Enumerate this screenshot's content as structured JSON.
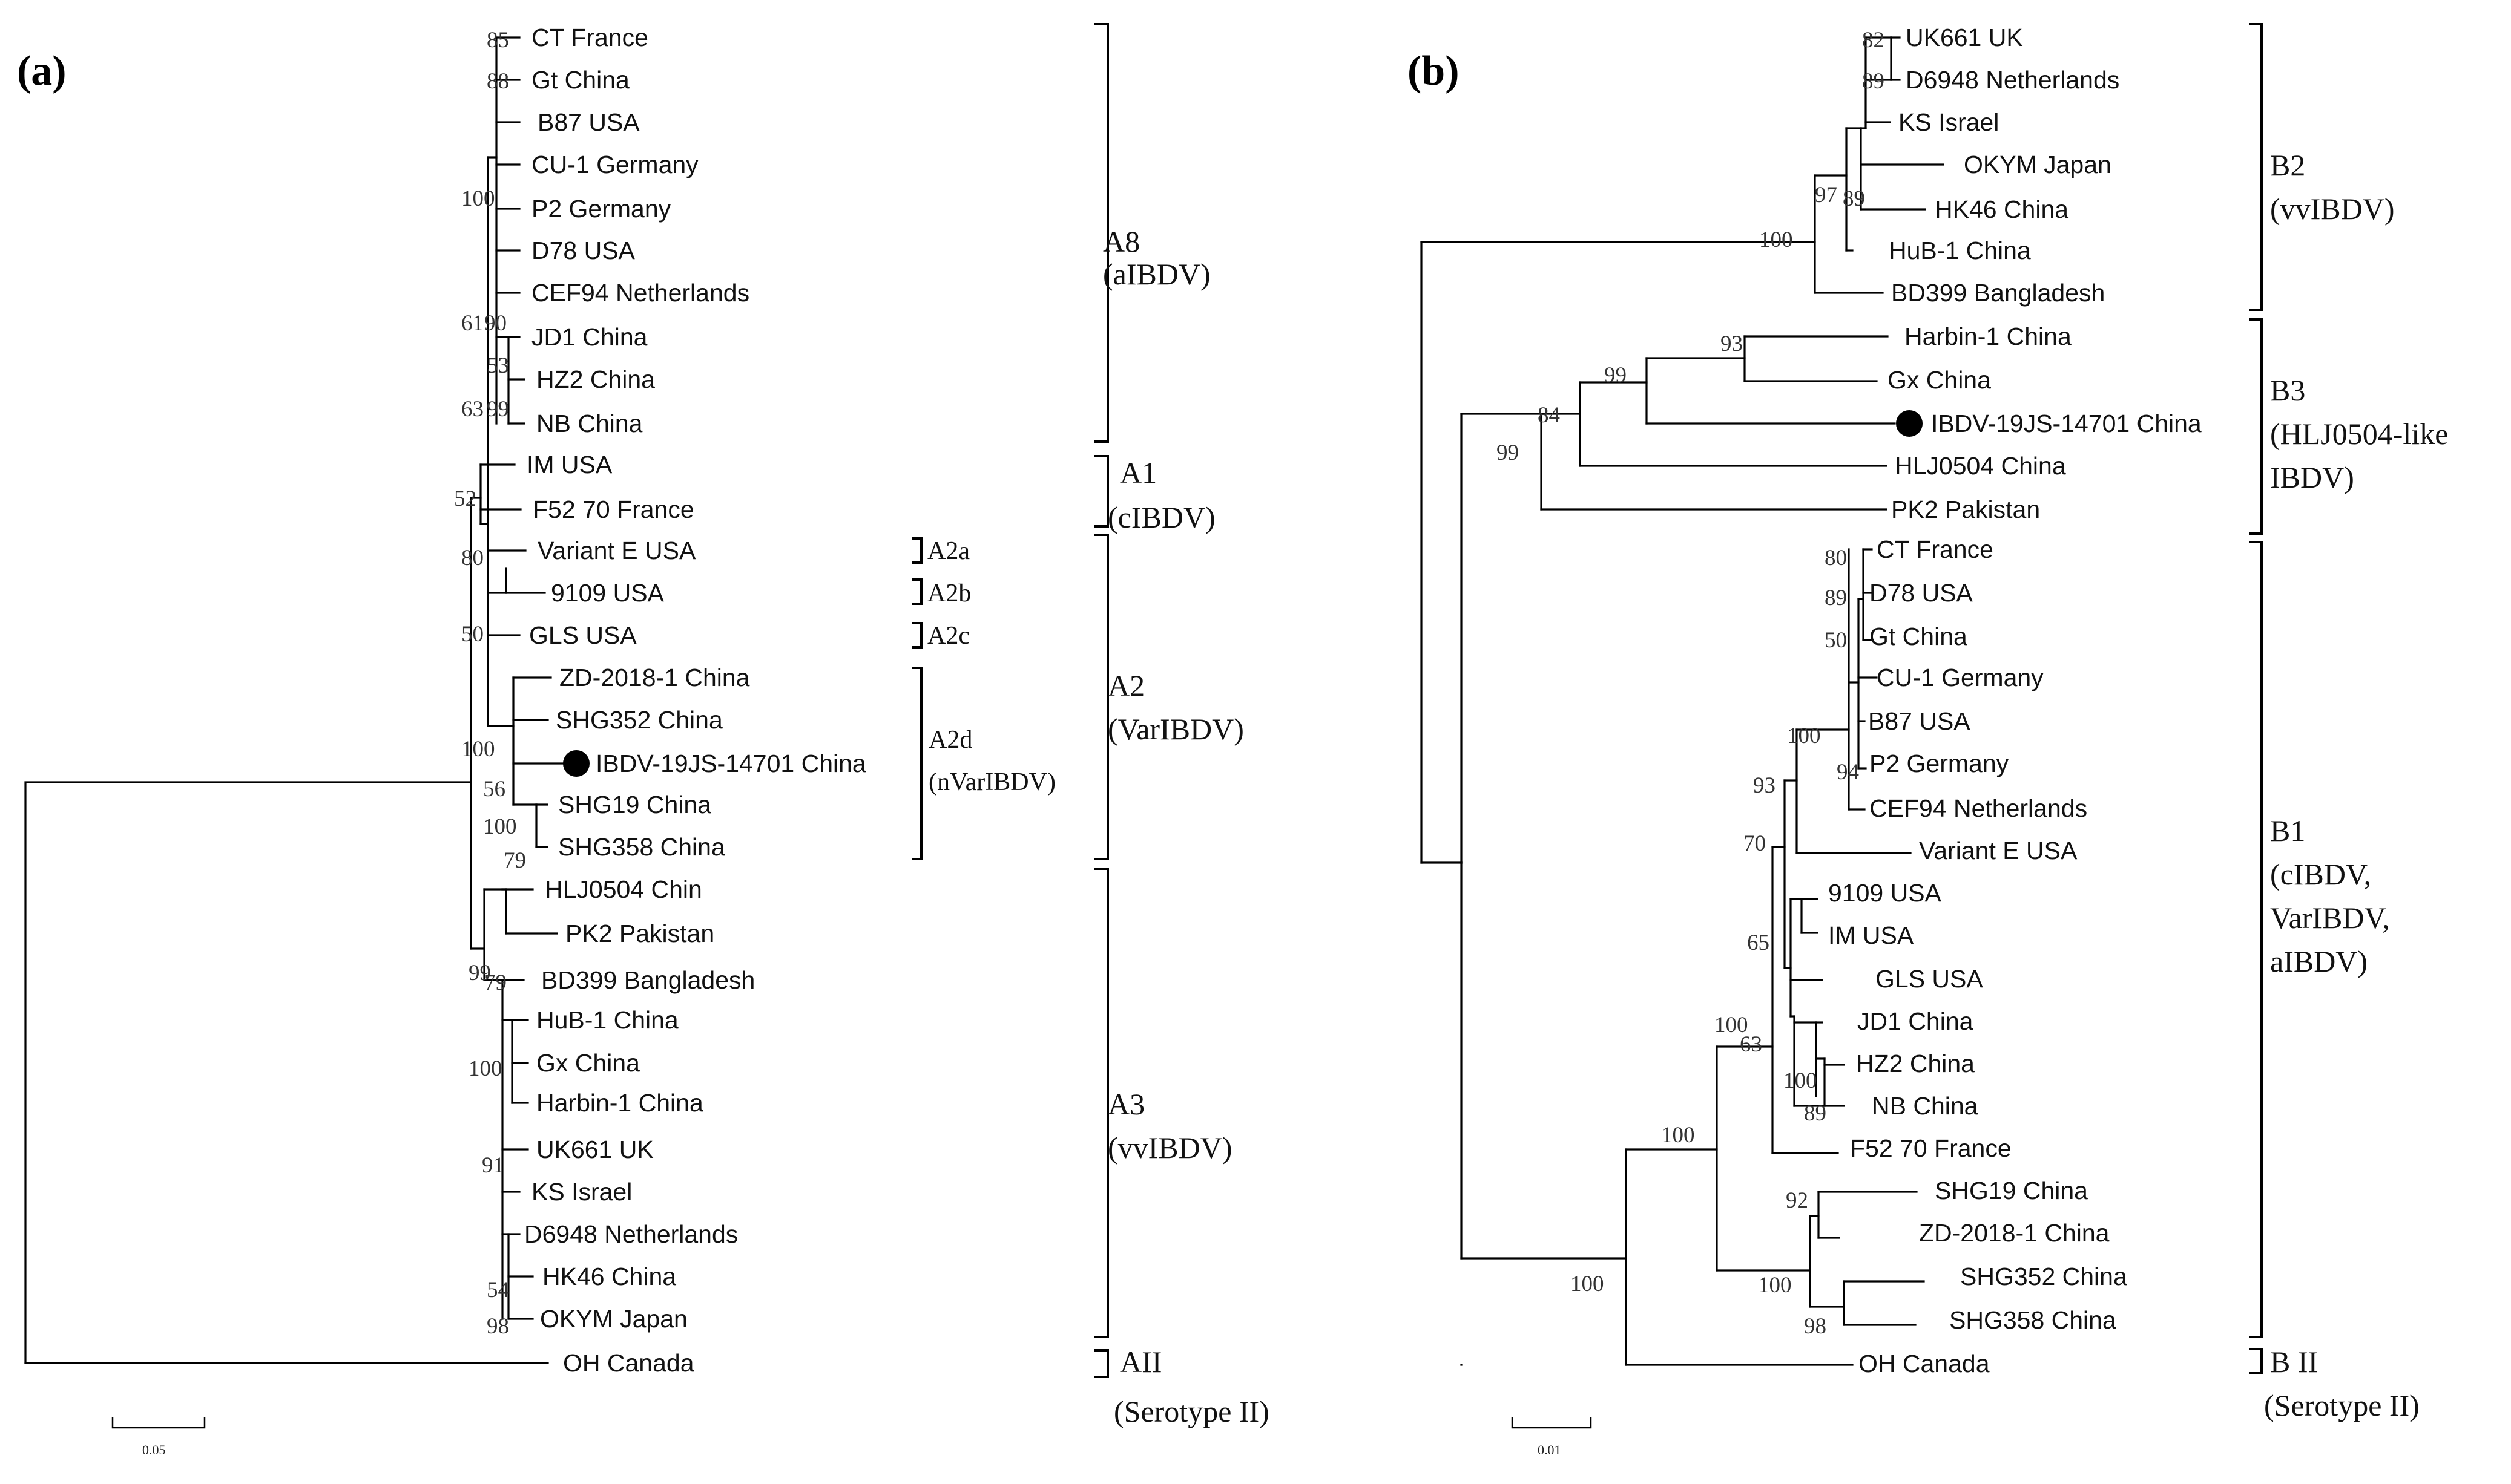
{
  "panel_a": {
    "label": "(a)",
    "leaves": [
      "CT France",
      "Gt China",
      "B87 USA",
      "CU-1 Germany",
      "P2 Germany",
      "D78 USA",
      "CEF94 Netherlands",
      "JD1 China",
      "HZ2 China",
      "NB China",
      "IM USA",
      "F52 70 France",
      "Variant E USA",
      "9109 USA",
      "GLS USA",
      "ZD-2018-1 China",
      "SHG352 China",
      "IBDV-19JS-14701 China",
      "SHG19 China",
      "SHG358 China",
      "HLJ0504 Chin",
      "PK2 Pakistan",
      "BD399 Bangladesh",
      "HuB-1 China",
      "Gx China",
      "Harbin-1 China",
      "UK661 UK",
      "KS Israel",
      "D6948 Netherlands",
      "HK46 China",
      "OKYM Japan",
      "OH Canada"
    ],
    "bootstraps": [
      "85",
      "88",
      "100",
      "61",
      "90",
      "53",
      "63",
      "99",
      "52",
      "80",
      "50",
      "100",
      "56",
      "100",
      "79",
      "99",
      "79",
      "100",
      "91",
      "54",
      "98"
    ],
    "clades": [
      {
        "lines": [
          "A8",
          "(aIBDV)"
        ]
      },
      {
        "lines": [
          "A1",
          "(cIBDV)"
        ]
      },
      {
        "lines": [
          "A2",
          "(VarIBDV)"
        ]
      },
      {
        "lines": [
          "A3",
          "(vvIBDV)"
        ]
      },
      {
        "lines": [
          "AII",
          "(Serotype II)"
        ]
      }
    ],
    "subclades": [
      {
        "lines": [
          "A2a"
        ]
      },
      {
        "lines": [
          "A2b"
        ]
      },
      {
        "lines": [
          "A2c"
        ]
      },
      {
        "lines": [
          "A2d",
          "(nVarIBDV)"
        ]
      }
    ],
    "scale_label": "0.05"
  },
  "panel_b": {
    "label": "(b)",
    "leaves": [
      "UK661 UK",
      "D6948 Netherlands",
      "KS Israel",
      "OKYM Japan",
      "HK46 China",
      "HuB-1 China",
      "BD399 Bangladesh",
      "Harbin-1 China",
      "Gx China",
      "IBDV-19JS-14701 China",
      "HLJ0504 China",
      "PK2 Pakistan",
      "CT France",
      "D78 USA",
      "Gt China",
      "CU-1 Germany",
      "B87 USA",
      "P2 Germany",
      "CEF94 Netherlands",
      "Variant E USA",
      "9109 USA",
      "IM USA",
      "GLS USA",
      "JD1 China",
      "HZ2 China",
      "NB China",
      "F52 70 France",
      "SHG19 China",
      "ZD-2018-1 China",
      "SHG352 China",
      "SHG358 China",
      "OH Canada"
    ],
    "bootstraps": [
      "82",
      "89",
      "89",
      "97",
      "100",
      "93",
      "99",
      "84",
      "99",
      "80",
      "89",
      "50",
      "100",
      "94",
      "93",
      "70",
      "65",
      "100",
      "63",
      "100",
      "89",
      "100",
      "92",
      "100",
      "98",
      "100"
    ],
    "clades": [
      {
        "lines": [
          "B2",
          "(vvIBDV)"
        ]
      },
      {
        "lines": [
          "B3",
          "(HLJ0504-like",
          "IBDV)"
        ]
      },
      {
        "lines": [
          "B1",
          "(cIBDV,",
          "VarIBDV,",
          "aIBDV)"
        ]
      },
      {
        "lines": [
          "B II",
          "(Serotype II)"
        ]
      }
    ],
    "scale_label": "0.01"
  },
  "colors": {
    "line": "#000000",
    "marker": "#000000"
  }
}
